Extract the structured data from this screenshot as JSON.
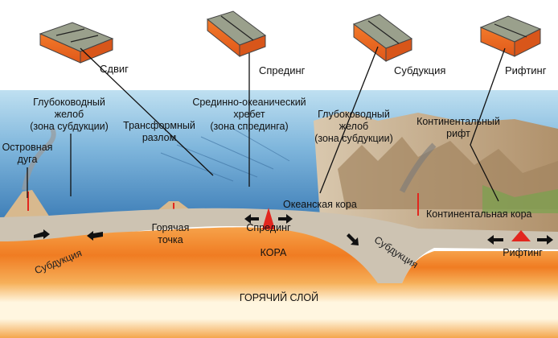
{
  "legend_blocks": [
    {
      "label": "Сдвиг",
      "icon": "shear-block-icon"
    },
    {
      "label": "Спрединг",
      "icon": "spreading-block-icon"
    },
    {
      "label": "Субдукция",
      "icon": "subduction-block-icon"
    },
    {
      "label": "Рифтинг",
      "icon": "rifting-block-icon"
    }
  ],
  "labels": {
    "trench_left": [
      "Глубоководный",
      "желоб",
      "(зона субдукции)"
    ],
    "transform_fault": [
      "Трансформный",
      "разлом"
    ],
    "mid_ocean_ridge": [
      "Срединно-океанический",
      "хребет",
      "(зона спрединга)"
    ],
    "trench_right": [
      "Глубоководный",
      "желоб",
      "(зона субдукции)"
    ],
    "continental_rift": [
      "Континентальный",
      "рифт"
    ],
    "island_arc": [
      "Островная",
      "дуга"
    ],
    "oceanic_crust": "Океанская кора",
    "continental_crust": "Континентальная кора",
    "hot_spot": [
      "Горячая",
      "точка"
    ],
    "spreading": "Спрединг",
    "subduction_left": "Субдукция",
    "subduction_right": "Субдукция",
    "crust": "КОРА",
    "rifting": "Рифтинг",
    "hot_layer": "ГОРЯЧИЙ СЛОЙ"
  },
  "colors": {
    "ocean_surface": "#a9d3ea",
    "ocean_deep": "#4f8fc4",
    "land": "#b89a76",
    "plate": "#cfc4b3",
    "mantle": "#f08a2a",
    "hot_layer": "#fff4d6",
    "magma": "#e2261e"
  }
}
